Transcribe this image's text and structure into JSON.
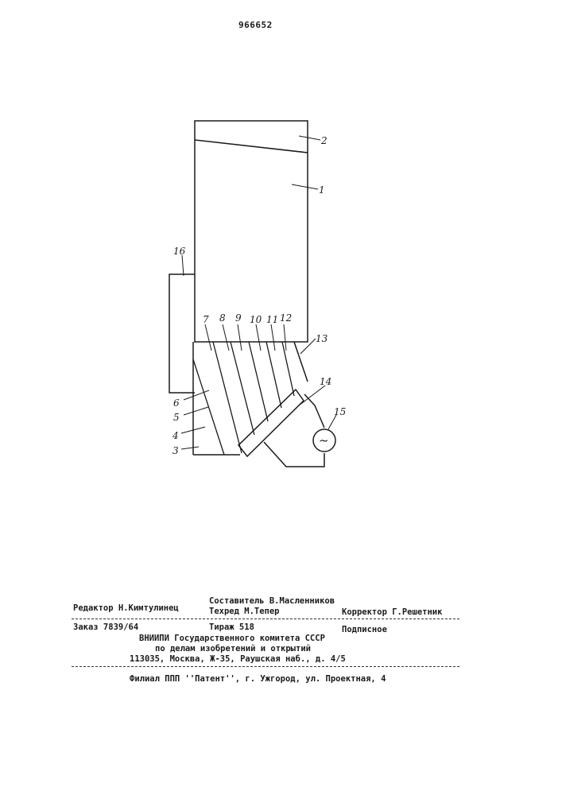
{
  "document": {
    "number": "966652"
  },
  "figure": {
    "labels": [
      "1",
      "2",
      "3",
      "4",
      "5",
      "6",
      "7",
      "8",
      "9",
      "10",
      "11",
      "12",
      "13",
      "14",
      "15",
      "16"
    ],
    "source_symbol": "~"
  },
  "imprint": {
    "editor": "Редактор Н.Кимтулинец",
    "compiler": "Составитель В.Масленников",
    "techred": "Техред М.Тепер",
    "corrector": "Корректор Г.Решетник",
    "order": "Заказ 7839/64",
    "circulation": "Тираж 518",
    "subscription": "Подписное",
    "org_line1": "ВНИИПИ Государственного комитета СССР",
    "org_line2": "по делам изобретений и открытий",
    "address": "113035, Москва, Ж-35, Раушская наб., д. 4/5",
    "branch": "Филиал ППП ''Патент'', г. Ужгород, ул. Проектная, 4"
  }
}
